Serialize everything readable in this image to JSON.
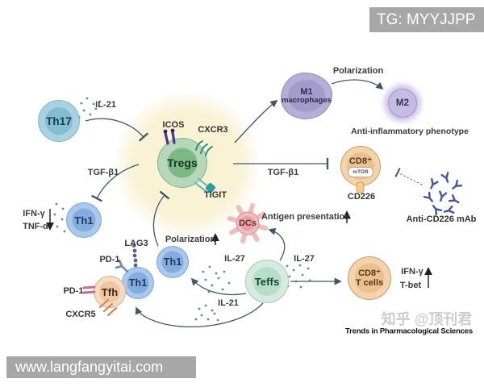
{
  "badges": {
    "tg": "TG: MYYJJPP",
    "site": "www.langfangyitai.com"
  },
  "credits": {
    "watermark": "知乎 @顶刊君",
    "journal": "Trends in Pharmacological Sciences"
  },
  "cells": {
    "th17": "Th17",
    "tregs": "Tregs",
    "th1_left": "Th1",
    "th1_mid": "Th1",
    "th1_lower": "Th1",
    "tfh": "Tfh",
    "teffs": "Teffs",
    "dcs": "DCs",
    "m1_line1": "M1",
    "m1_line2": "macrophages",
    "m2": "M2",
    "cd8": "CD8⁺",
    "cd8_mtor": "mTOR",
    "cd8_t_line1": "CD8⁺",
    "cd8_t_line2": "T cells"
  },
  "receptors": {
    "icos": "ICOS",
    "cxcr3": "CXCR3",
    "tigit": "TIGIT",
    "lag3": "LAG3",
    "pd1_th1": "PD-1",
    "pd1_tfh": "PD-1",
    "cxcr5": "CXCR5",
    "cd226": "CD226"
  },
  "cytokines": {
    "il21_top": "IL-21",
    "il21_bottom": "IL-21",
    "il27_left": "IL-27",
    "il27_right": "IL-27",
    "tgfb1_left": "TGF-β1",
    "tgfb1_right": "TGF-β1",
    "ifng_left": "IFN-γ",
    "tnfa_left": "TNF-α",
    "ifng_right": "IFN-γ",
    "tbet_right": "T-bet"
  },
  "annotations": {
    "polarization_top": "Polarization",
    "polarization_mid": "Polarization",
    "antigen_presentation": "Antigen presentation",
    "anti_inflammatory": "Anti-inflammatory phenotype",
    "anti_cd226_mab": "Anti-CD226 mAb"
  },
  "colors": {
    "treg_green": "#7cb987",
    "th_blue": "#86abdf",
    "th17_cyan": "#82bdd2",
    "tfh_tan": "#eec7a2",
    "teff_green": "#b9ddcb",
    "cd8_tan": "#ecc08f",
    "m1_purple": "#a39bca",
    "m2_purple": "#c5bde1",
    "dc_pink": "#e5a2a2",
    "antibody_blue": "#44549e",
    "connector": "#3e586a",
    "glow_yellow": "#f9f1d0"
  }
}
